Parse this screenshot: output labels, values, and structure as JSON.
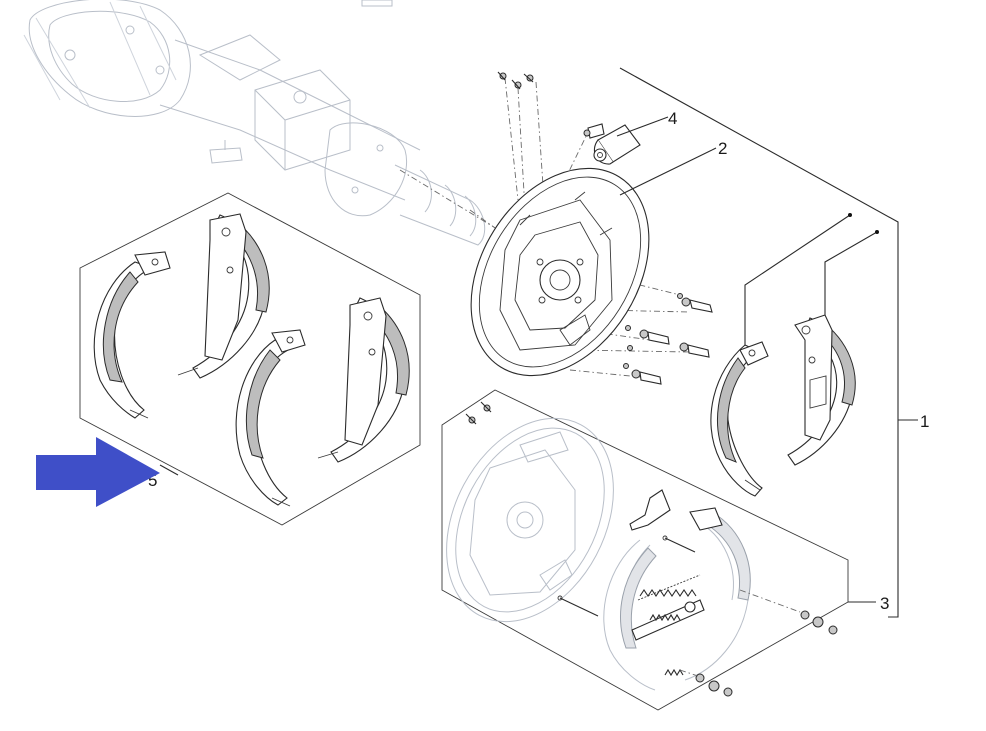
{
  "diagram": {
    "callouts": {
      "c1": "1",
      "c2": "2",
      "c3": "3",
      "c4": "4",
      "c5": "5"
    },
    "highlight_arrow_color": "#3f4fc8",
    "line_color": "#2b2b2b",
    "ghost_color": "#b9bfc9",
    "lining_color": "#bdbdbd"
  }
}
